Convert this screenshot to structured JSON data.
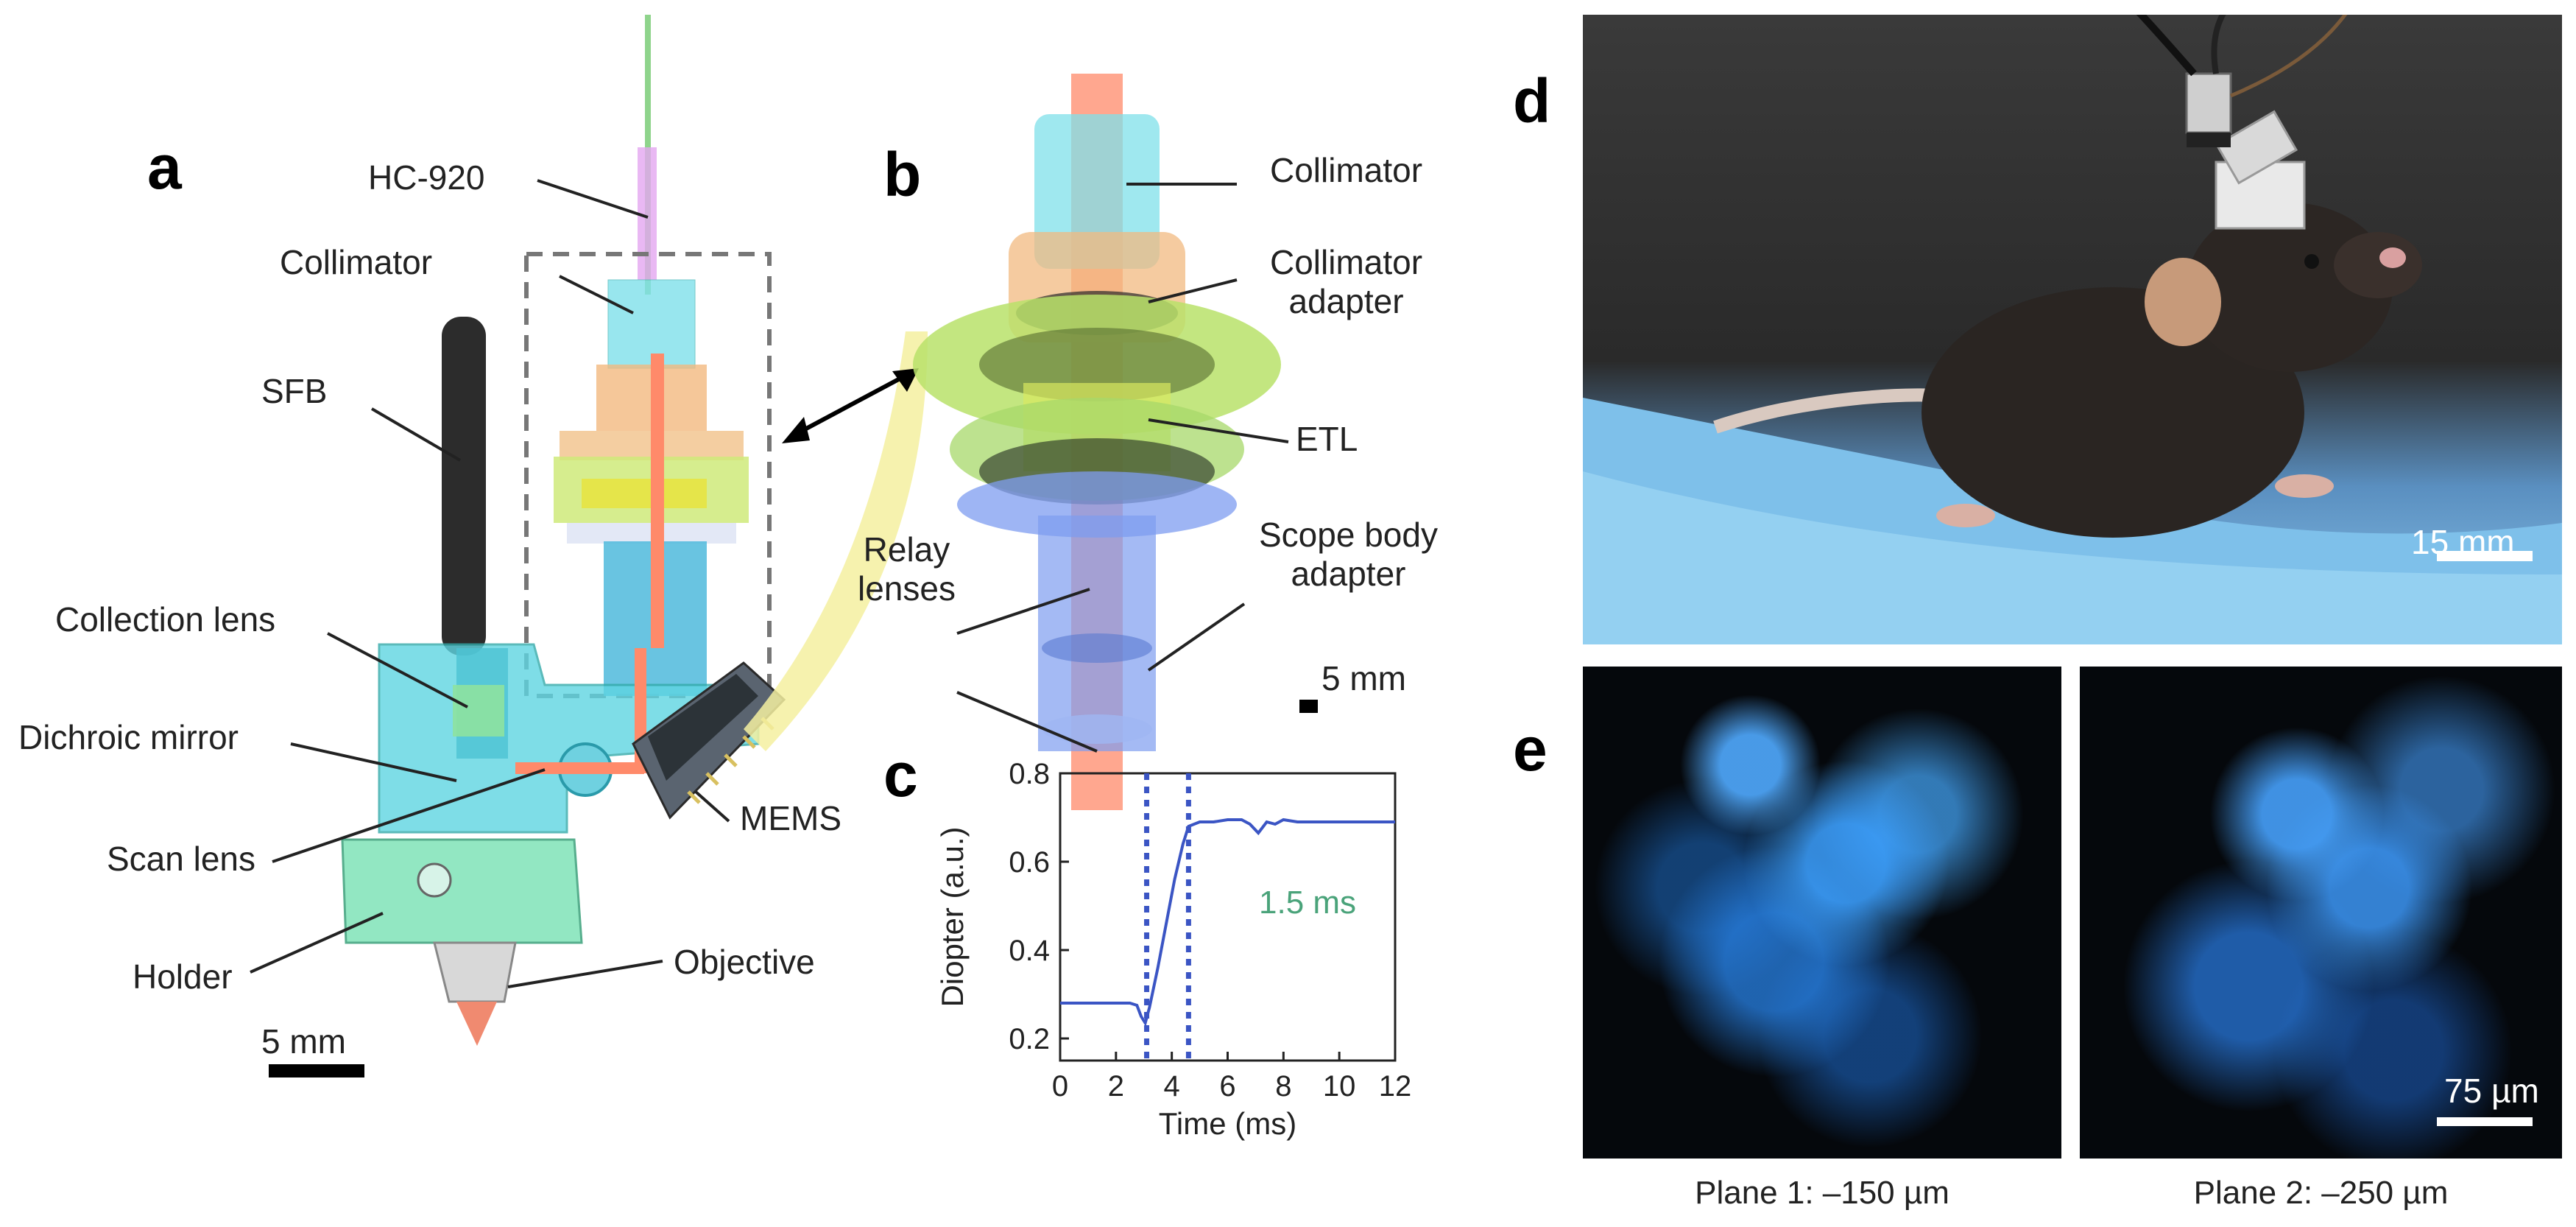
{
  "panels": {
    "a": "a",
    "b": "b",
    "c": "c",
    "d": "d",
    "e": "e"
  },
  "panel_a": {
    "labels": {
      "hc920": "HC-920",
      "collimator": "Collimator",
      "sfb": "SFB",
      "collection_lens": "Collection lens",
      "dichroic_mirror": "Dichroic mirror",
      "scan_lens": "Scan lens",
      "holder": "Holder",
      "objective": "Objective",
      "mems": "MEMS"
    },
    "scale_bar": "5 mm"
  },
  "panel_b": {
    "labels": {
      "collimator": "Collimator",
      "collimator_adapter_1": "Collimator",
      "collimator_adapter_2": "adapter",
      "etl": "ETL",
      "relay_lenses_1": "Relay",
      "relay_lenses_2": "lenses",
      "scope_body_adapter_1": "Scope body",
      "scope_body_adapter_2": "adapter"
    },
    "scale_bar": "5 mm"
  },
  "panel_d": {
    "scale_bar": "15 mm"
  },
  "panel_e": {
    "scale_bar": "75 µm",
    "captions": [
      "Plane 1: –150 µm",
      "Plane 2: –250 µm"
    ]
  },
  "chart_data": {
    "type": "line",
    "xlabel": "Time (ms)",
    "ylabel": "Diopter (a.u.)",
    "xlim": [
      0,
      12
    ],
    "ylim": [
      0.15,
      0.8
    ],
    "xticks": [
      0,
      2,
      4,
      6,
      8,
      10,
      12
    ],
    "yticks": [
      0.2,
      0.4,
      0.6,
      0.8
    ],
    "grid": false,
    "annotation": "1.5 ms",
    "vlines": [
      3.1,
      4.6
    ],
    "series": [
      {
        "color": "#3b55c4",
        "x": [
          0,
          2.5,
          2.75,
          2.9,
          3.05,
          3.2,
          3.5,
          3.8,
          4.1,
          4.4,
          4.6,
          5.0,
          5.5,
          6.0,
          6.5,
          6.8,
          7.1,
          7.4,
          7.7,
          8.0,
          8.5,
          9.0,
          10.0,
          12.0
        ],
        "y": [
          0.28,
          0.28,
          0.275,
          0.25,
          0.235,
          0.27,
          0.36,
          0.46,
          0.56,
          0.64,
          0.68,
          0.69,
          0.69,
          0.695,
          0.695,
          0.685,
          0.665,
          0.69,
          0.685,
          0.695,
          0.69,
          0.69,
          0.69,
          0.69
        ]
      }
    ]
  },
  "colors": {
    "cyan": "#5fd9e3",
    "orange": "#f0b27a",
    "green": "#b8e26a",
    "beam": "#ff8a6a",
    "blue": "#7d9cf0",
    "line": "#3b55c4",
    "annotation": "#4aa37a"
  }
}
